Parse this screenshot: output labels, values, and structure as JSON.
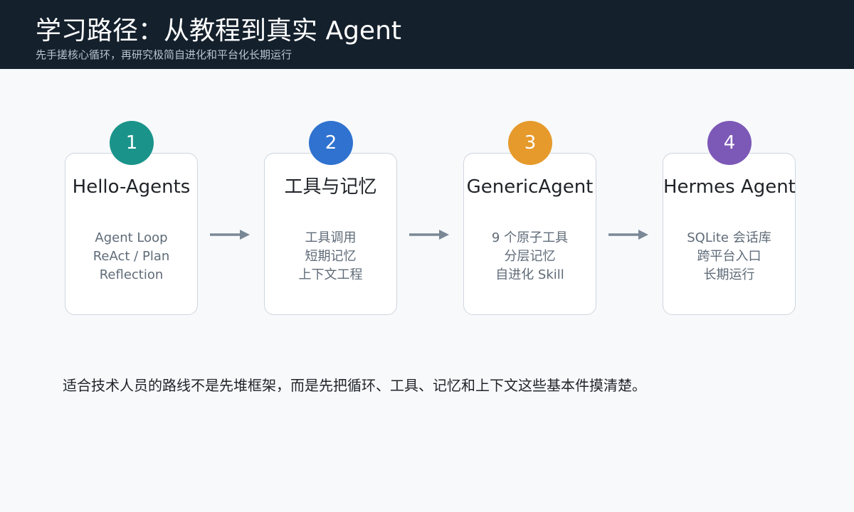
{
  "header": {
    "title": "学习路径：从教程到真实 Agent",
    "subtitle": "先手搓核心循环，再研究极简自进化和平台化长期运行"
  },
  "steps": [
    {
      "number": "1",
      "color": "#1a948a",
      "title": "Hello-Agents",
      "items": [
        "Agent Loop",
        "ReAct / Plan",
        "Reflection"
      ]
    },
    {
      "number": "2",
      "color": "#2f72cf",
      "title": "工具与记忆",
      "items": [
        "工具调用",
        "短期记忆",
        "上下文工程"
      ]
    },
    {
      "number": "3",
      "color": "#e69a2c",
      "title": "GenericAgent",
      "items": [
        "9 个原子工具",
        "分层记忆",
        "自进化 Skill"
      ]
    },
    {
      "number": "4",
      "color": "#7c58b7",
      "title": "Hermes Agent",
      "items": [
        "SQLite 会话库",
        "跨平台入口",
        "长期运行"
      ]
    }
  ],
  "colors": {
    "header_bg": "#14202c",
    "arrow": "#7a8896",
    "card_border": "#cfd6de"
  },
  "footer": {
    "text": "适合技术人员的路线不是先堆框架，而是先把循环、工具、记忆和上下文这些基本件摸清楚。"
  }
}
